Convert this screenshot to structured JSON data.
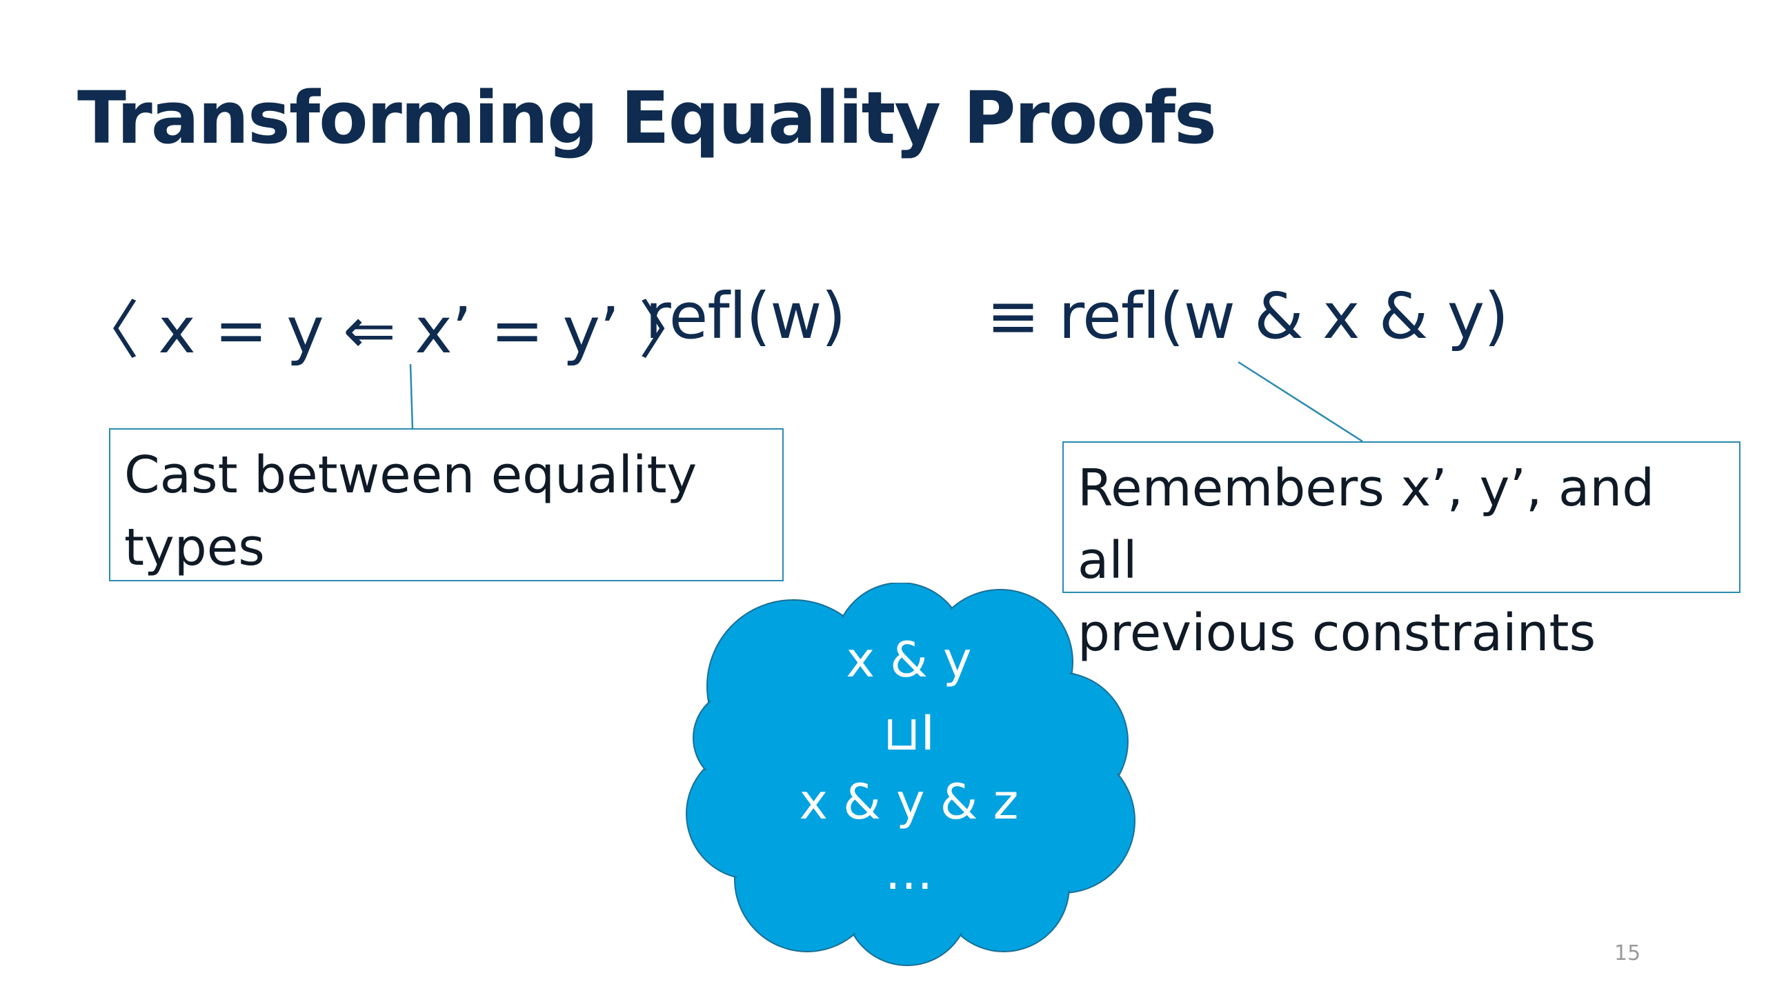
{
  "slide": {
    "title": "Transforming Equality Proofs",
    "formula_left": "〈 x = y ⇐ x’ = y’ 〉",
    "formula_mid": "refl(w)",
    "formula_right": "≡ refl(w & x & y)",
    "note_left": {
      "line1": "Cast between equality",
      "line2": "types"
    },
    "note_right": {
      "line1": "Remembers x’, y’, and all",
      "line2": "previous constraints"
    },
    "cloud": {
      "line1": "x & y",
      "line2": "⊔I",
      "line3": "x & y & z",
      "line4": "…"
    },
    "page_number": "15"
  },
  "colors": {
    "title": "#0f2b4f",
    "text": "#0f2b4f",
    "box_border": "#2a8ab0",
    "cloud_fill": "#00a2e0",
    "cloud_stroke": "#1b6f95"
  }
}
